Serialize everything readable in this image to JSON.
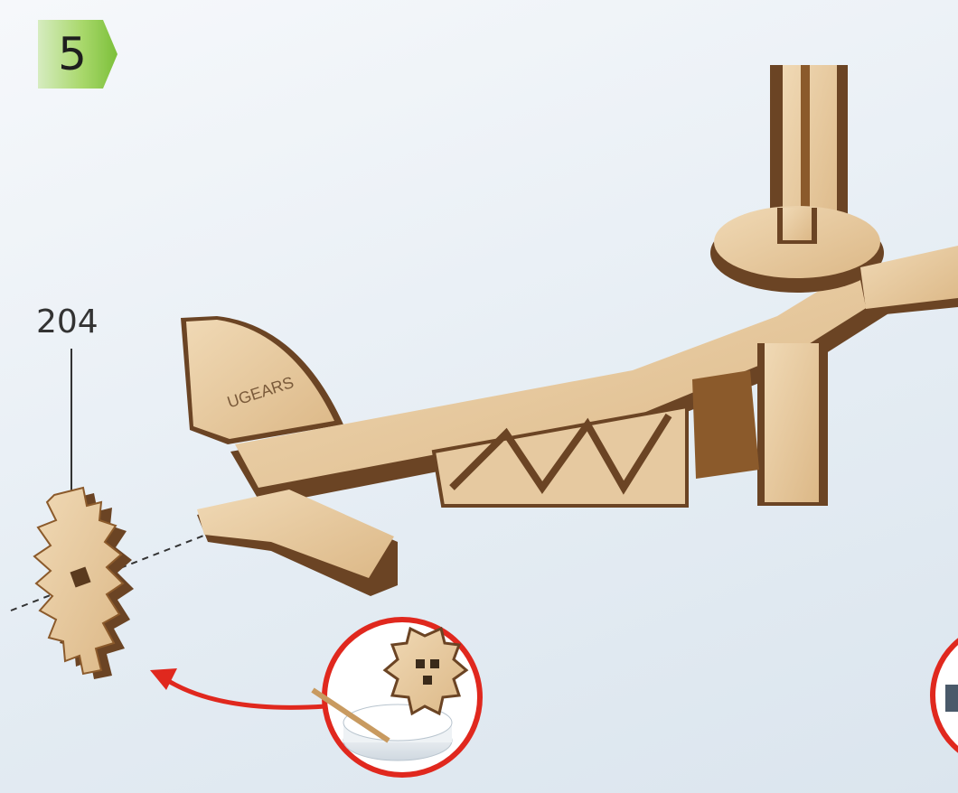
{
  "step": {
    "number": "5"
  },
  "parts": [
    {
      "label": "204"
    }
  ],
  "model": {
    "logo_text": "UGEARS"
  },
  "colors": {
    "background": "#e4ecf3",
    "badge_green": "#8cc63f",
    "wood_light": "#e6c9a0",
    "wood_dark": "#6b4424",
    "callout_red": "#e0281e"
  }
}
